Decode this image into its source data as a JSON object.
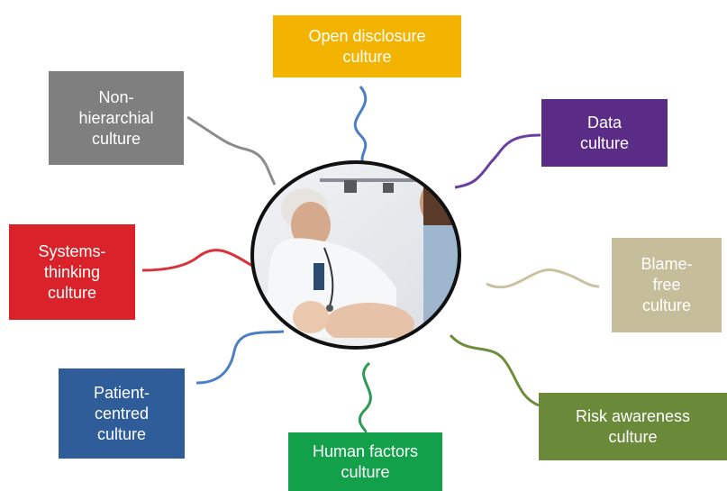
{
  "diagram": {
    "nodes": [
      {
        "id": "open-disclosure",
        "label": "Open disclosure\nculture",
        "color": "#F2B400"
      },
      {
        "id": "data",
        "label": "Data\nculture",
        "color": "#5B2C86"
      },
      {
        "id": "blame-free",
        "label": "Blame-\nfree\nculture",
        "color": "#C6BE9A"
      },
      {
        "id": "risk-awareness",
        "label": "Risk awareness\nculture",
        "color": "#6A8A3A"
      },
      {
        "id": "human-factors",
        "label": "Human factors\nculture",
        "color": "#12A14A"
      },
      {
        "id": "patient-centred",
        "label": "Patient-\ncentred\nculture",
        "color": "#2F5D9A"
      },
      {
        "id": "systems-thinking",
        "label": "Systems-\nthinking\nculture",
        "color": "#D9222A"
      },
      {
        "id": "non-hierarchial",
        "label": "Non-\nhierarchial\nculture",
        "color": "#7F7F7F"
      }
    ],
    "center_image": "clinician-with-patient-photo",
    "connector_colors": {
      "open-disclosure": "#4A7FC1",
      "data": "#6B3FA0",
      "blame-free": "#C9C2A0",
      "risk-awareness": "#6F8E3D",
      "human-factors": "#2E9B55",
      "patient-centred": "#4A7FC1",
      "systems-thinking": "#D9333A",
      "non-hierarchial": "#8C8C8C"
    }
  }
}
